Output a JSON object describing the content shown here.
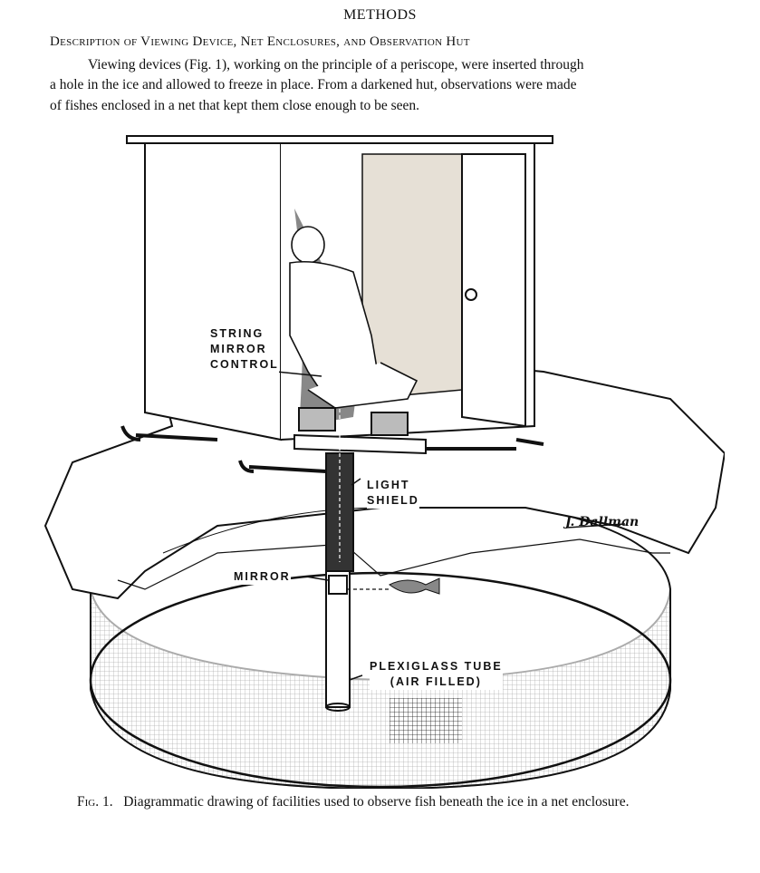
{
  "section_title": "METHODS",
  "subsection_title": "Description of Viewing Device, Net Enclosures, and Observation Hut",
  "paragraph_lines": [
    "Viewing devices (Fig. 1), working on the principle of a periscope, were inserted through",
    "a hole in the ice and allowed to freeze in place. From a darkened hut, observations were made",
    "of fishes enclosed in a net that kept them close enough to be seen."
  ],
  "figure": {
    "labels": {
      "string_mirror_control": [
        "STRING",
        "MIRROR",
        "CONTROL"
      ],
      "light_shield": [
        "LIGHT",
        "SHIELD"
      ],
      "mirror": "MIRROR",
      "plexiglass_tube": [
        "PLEXIGLASS TUBE",
        "(AIR FILLED)"
      ]
    },
    "signature": "J. Dallman"
  },
  "caption": {
    "prefix": "Fig. 1.",
    "text": "Diagrammatic drawing of facilities used to observe fish beneath the ice in a net enclosure."
  }
}
